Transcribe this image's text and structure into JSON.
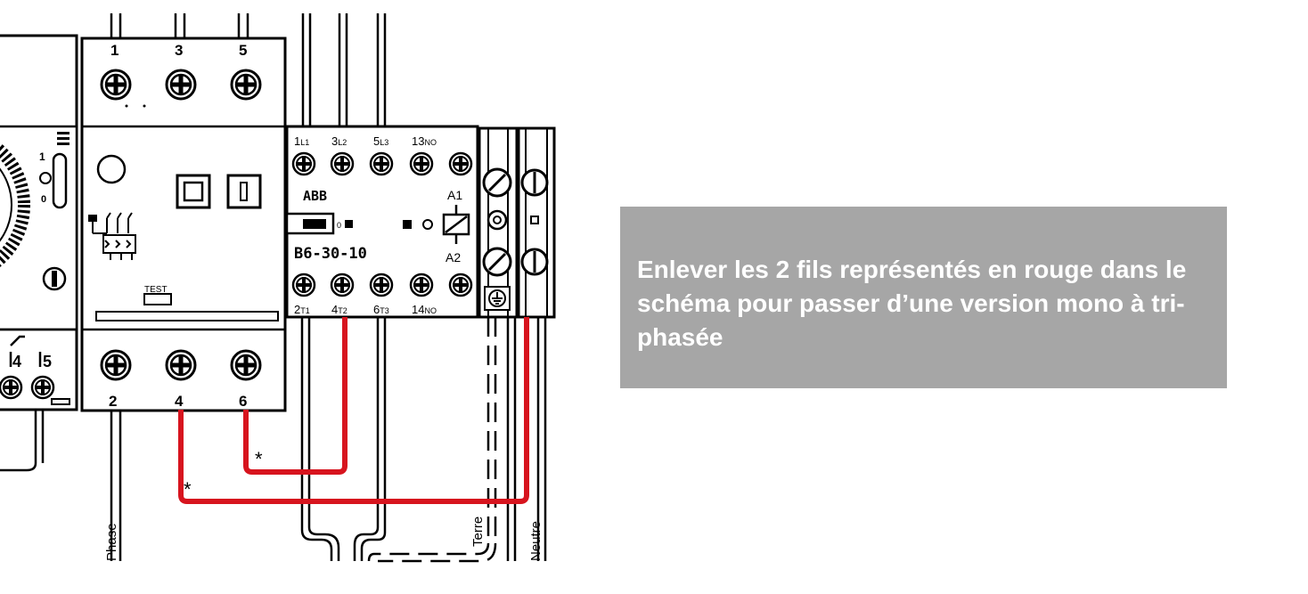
{
  "callout": {
    "text": "Enlever les 2 fils représentés en rouge dans le schéma pour passer d’une version mono à tri-phasée",
    "background": "#a6a6a6",
    "color": "#ffffff"
  },
  "colors": {
    "removable_wire": "#d7141e",
    "line": "#000000"
  },
  "relay": {
    "top_terminals": [
      "1",
      "3",
      "5"
    ],
    "bottom_terminals": [
      "2",
      "4",
      "6"
    ],
    "test_label": "TEST"
  },
  "contactor": {
    "brand": "ABB",
    "model": "B6-30-10",
    "top_labels": [
      {
        "num": "1",
        "sub": "L1"
      },
      {
        "num": "3",
        "sub": "L2"
      },
      {
        "num": "5",
        "sub": "L3"
      },
      {
        "num": "13",
        "sub": "NO"
      }
    ],
    "bottom_labels": [
      {
        "num": "2",
        "sub": "T1"
      },
      {
        "num": "4",
        "sub": "T2"
      },
      {
        "num": "6",
        "sub": "T3"
      },
      {
        "num": "14",
        "sub": "NO"
      }
    ],
    "coil_top": "A1",
    "coil_bottom": "A2",
    "switch_state": "0"
  },
  "timer": {
    "labels": [
      "1",
      "0"
    ],
    "bottom_labels": [
      "4",
      "5"
    ]
  },
  "wires": {
    "phase": "Phase",
    "earth": "Terre",
    "neutral": "Neutre"
  },
  "markers": [
    "*",
    "*"
  ]
}
